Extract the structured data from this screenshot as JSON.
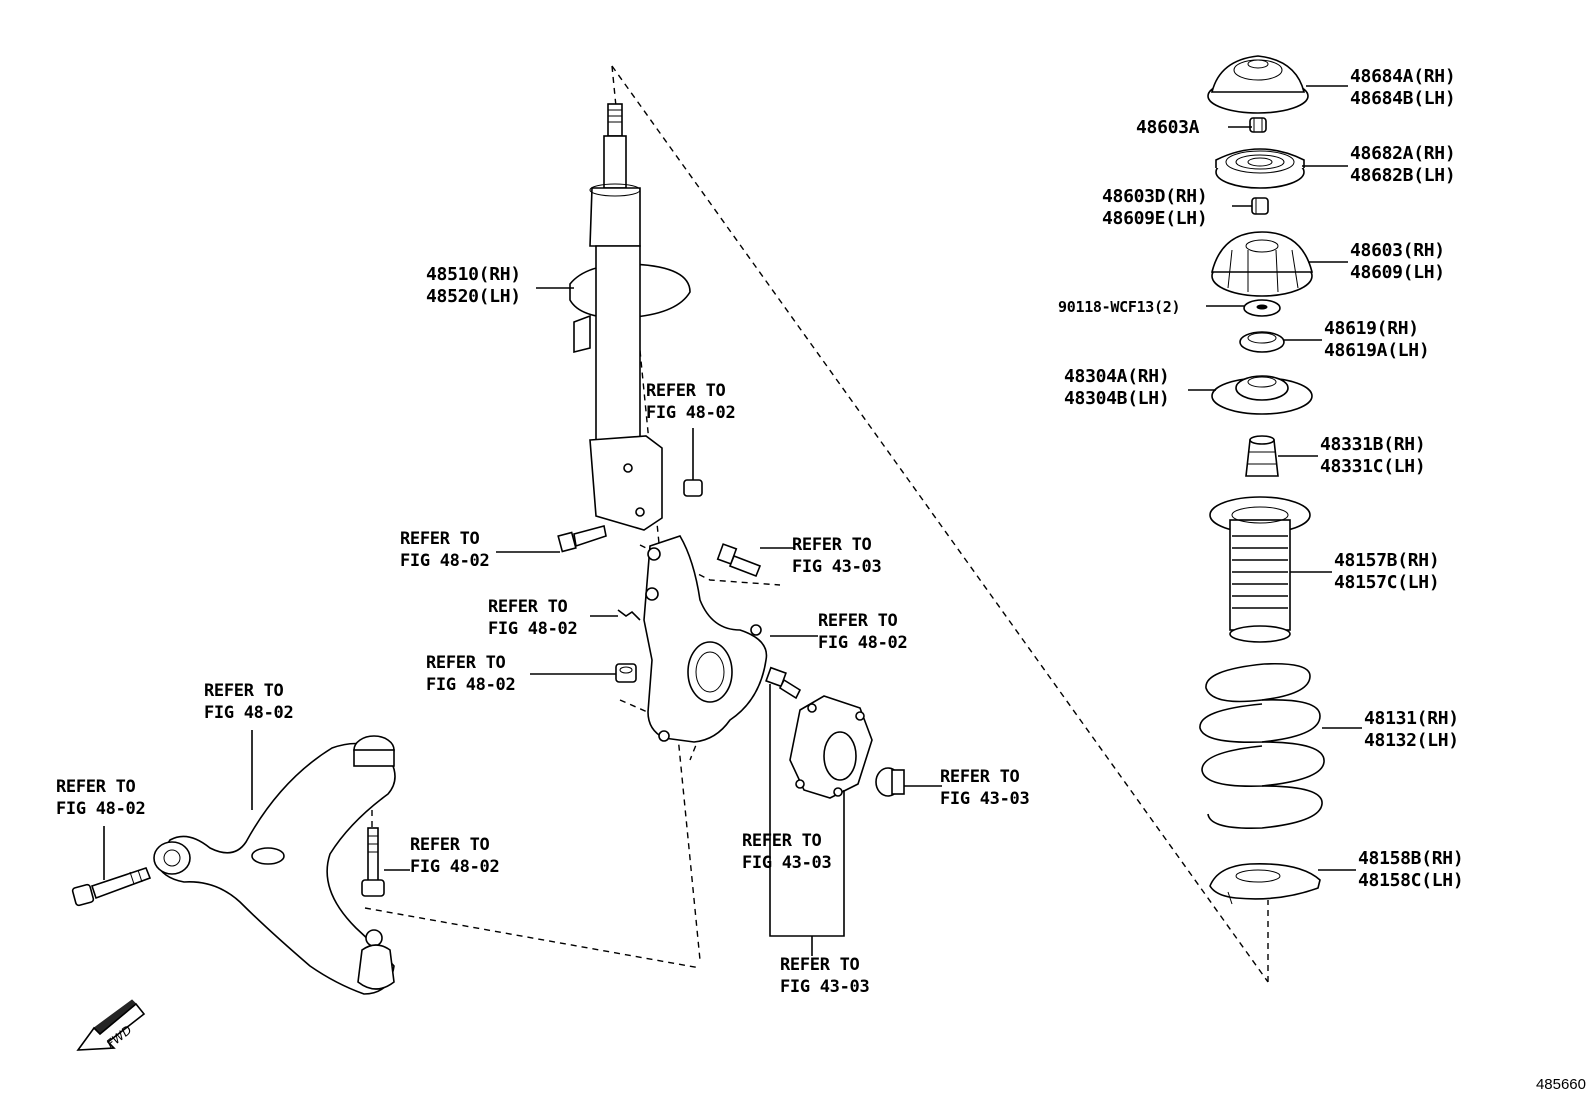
{
  "diagram": {
    "id": "485660",
    "fwd_label": "FWD",
    "parts": [
      {
        "key": "mount_top",
        "lines": [
          "48684A(RH)",
          "48684B(LH)"
        ]
      },
      {
        "key": "nut_a",
        "lines": [
          "48603A"
        ]
      },
      {
        "key": "bearing",
        "lines": [
          "48682A(RH)",
          "48682B(LH)"
        ]
      },
      {
        "key": "nut_d",
        "lines": [
          "48603D(RH)",
          "48609E(LH)"
        ]
      },
      {
        "key": "support",
        "lines": [
          "48603(RH)",
          "48609(LH)"
        ]
      },
      {
        "key": "washer_bolt",
        "lines": [
          "90118-WCF13(2)"
        ]
      },
      {
        "key": "insulator_small",
        "lines": [
          "48619(RH)",
          "48619A(LH)"
        ]
      },
      {
        "key": "upper_seat",
        "lines": [
          "48304A(RH)",
          "48304B(LH)"
        ]
      },
      {
        "key": "bumper",
        "lines": [
          "48331B(RH)",
          "48331C(LH)"
        ]
      },
      {
        "key": "boot",
        "lines": [
          "48157B(RH)",
          "48157C(LH)"
        ]
      },
      {
        "key": "spring",
        "lines": [
          "48131(RH)",
          "48132(LH)"
        ]
      },
      {
        "key": "lower_insulator",
        "lines": [
          "48158B(RH)",
          "48158C(LH)"
        ]
      },
      {
        "key": "strut",
        "lines": [
          "48510(RH)",
          "48520(LH)"
        ]
      }
    ],
    "refs": [
      {
        "key": "ref_strut_nut",
        "lines": [
          "REFER TO",
          "FIG 48-02"
        ]
      },
      {
        "key": "ref_strut_bolt",
        "lines": [
          "REFER TO",
          "FIG 48-02"
        ]
      },
      {
        "key": "ref_knuckle_bolt",
        "lines": [
          "REFER TO",
          "FIG 43-03"
        ]
      },
      {
        "key": "ref_clip",
        "lines": [
          "REFER TO",
          "FIG 48-02"
        ]
      },
      {
        "key": "ref_knuckle_right",
        "lines": [
          "REFER TO",
          "FIG 48-02"
        ]
      },
      {
        "key": "ref_nut_left",
        "lines": [
          "REFER TO",
          "FIG 48-02"
        ]
      },
      {
        "key": "ref_arm",
        "lines": [
          "REFER TO",
          "FIG 48-02"
        ]
      },
      {
        "key": "ref_arm_bolt",
        "lines": [
          "REFER TO",
          "FIG 48-02"
        ]
      },
      {
        "key": "ref_balljoint_bolt",
        "lines": [
          "REFER TO",
          "FIG 48-02"
        ]
      },
      {
        "key": "ref_hub_nut",
        "lines": [
          "REFER TO",
          "FIG 43-03"
        ]
      },
      {
        "key": "ref_hub_bolt",
        "lines": [
          "REFER TO",
          "FIG 43-03"
        ]
      },
      {
        "key": "ref_hub",
        "lines": [
          "REFER TO",
          "FIG 43-03"
        ]
      }
    ]
  }
}
